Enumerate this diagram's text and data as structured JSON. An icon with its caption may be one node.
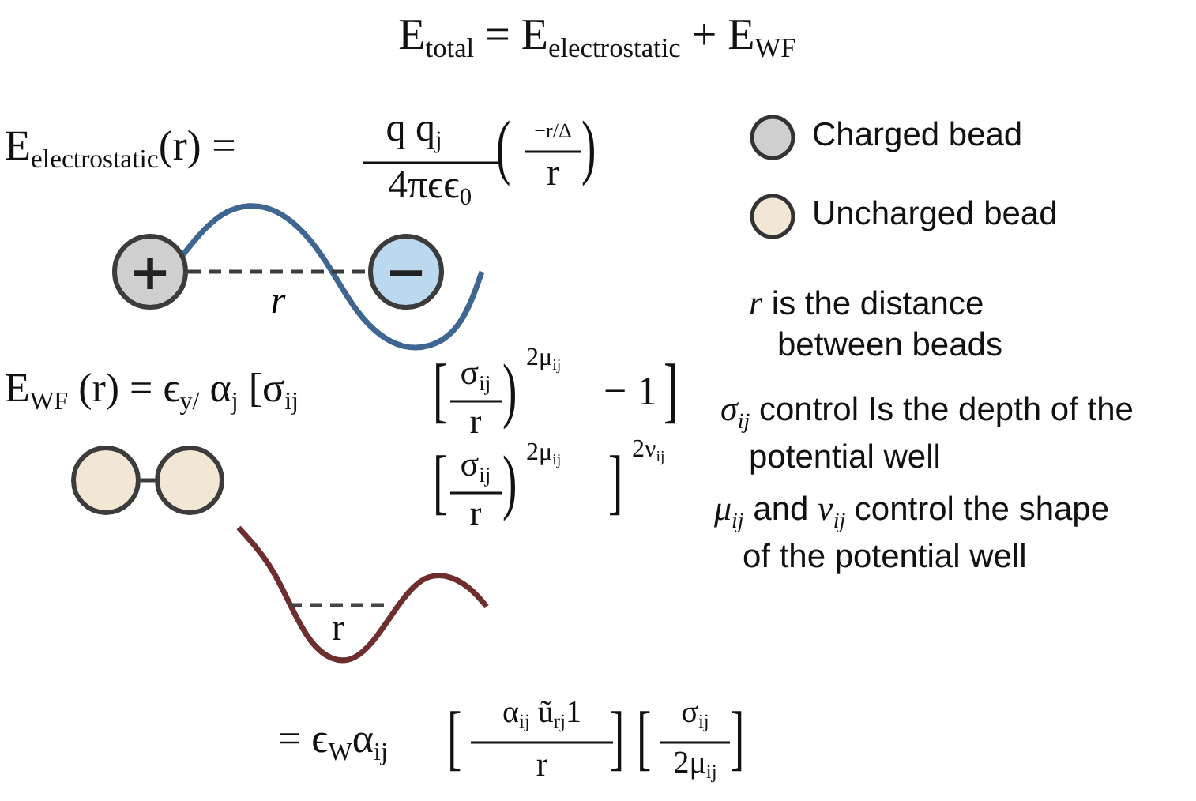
{
  "diagram": {
    "title": "E$_{total}$ = E$_{electrostatic}$ + E$_{WF}$",
    "nodes": [
      {
        "text": [
          "+"
        ]
      },
      {
        "text": [
          "−"
        ]
      },
      {
        "text": [],
        "shape": "circle"
      },
      {
        "text": [],
        "shape": "circle"
      }
    ],
    "edges": [
      {
        "from": 0,
        "to": 1,
        "arrow": "none",
        "style": "dashed",
        "label": "r"
      },
      {
        "from": 2,
        "to": 3,
        "arrow": "none"
      }
    ],
    "labels": [
      "E$_{electrostatic}$(r) =",
      "q q$_{j}$",
      "4πϵϵ$_{0}$",
      "(",
      "−r/Δ",
      "r",
      ")",
      "E$_{WF}$ (r) = ϵ$_{y/}$ α$_{j}$ [σ$_{ij}$",
      "[",
      "σ$_{ij}$",
      "r",
      ")",
      "2μ$_{ij}$",
      "− 1",
      "]",
      "[",
      "σ$_{ij}$",
      "r",
      ")",
      "2μ$_{ij}$",
      "]",
      "2ν$_{ij}$",
      "r",
      "= ϵ$_{W}$α$_{ij}$",
      "[",
      "α$_{ij}$ ũ$_{rj}$1",
      "r",
      "]",
      "[",
      "σ$_{ij}$",
      "2μ$_{ij}$",
      "]",
      "*r* is the distance between beads",
      "*σ*$_{ij}$ control Is the depth of the potential well",
      "*μ*$_{ij}$ and *ν*$_{ij}$ control the shape of the potential well"
    ],
    "legend": [
      {
        "text": "Charged bead",
        "color": "#cfcfcf"
      },
      {
        "text": "Uncharged bead",
        "color": "#f2e6d4"
      }
    ]
  }
}
